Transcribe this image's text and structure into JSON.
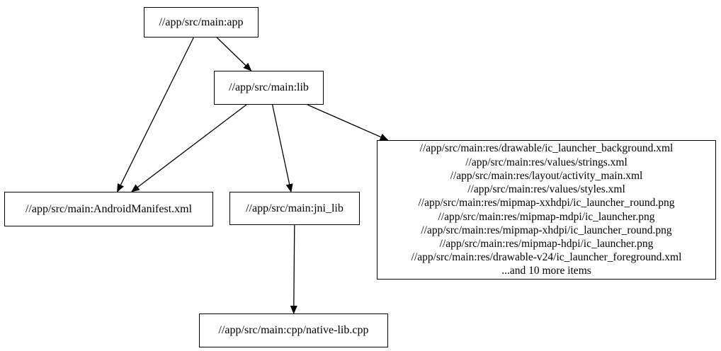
{
  "diagram": {
    "kind": "dependency-graph",
    "background_color": "#ffffff",
    "node_fill_color": "#ffffff",
    "node_border_color": "#000000",
    "edge_color": "#000000",
    "nodes": {
      "app": {
        "label": "//app/src/main:app"
      },
      "lib": {
        "label": "//app/src/main:lib"
      },
      "manifest": {
        "label": "//app/src/main:AndroidManifest.xml"
      },
      "jni_lib": {
        "label": "//app/src/main:jni_lib"
      },
      "resources": {
        "lines": [
          "//app/src/main:res/drawable/ic_launcher_background.xml",
          "//app/src/main:res/values/strings.xml",
          "//app/src/main:res/layout/activity_main.xml",
          "//app/src/main:res/values/styles.xml",
          "//app/src/main:res/mipmap-xxhdpi/ic_launcher_round.png",
          "//app/src/main:res/mipmap-mdpi/ic_launcher.png",
          "//app/src/main:res/mipmap-xhdpi/ic_launcher_round.png",
          "//app/src/main:res/mipmap-hdpi/ic_launcher.png",
          "//app/src/main:res/drawable-v24/ic_launcher_foreground.xml",
          "...and 10 more items"
        ]
      },
      "cpp": {
        "label": "//app/src/main:cpp/native-lib.cpp"
      }
    },
    "edges": [
      {
        "from": "app",
        "to": "lib"
      },
      {
        "from": "app",
        "to": "manifest"
      },
      {
        "from": "lib",
        "to": "manifest"
      },
      {
        "from": "lib",
        "to": "jni_lib"
      },
      {
        "from": "lib",
        "to": "resources"
      },
      {
        "from": "jni_lib",
        "to": "cpp"
      }
    ]
  }
}
